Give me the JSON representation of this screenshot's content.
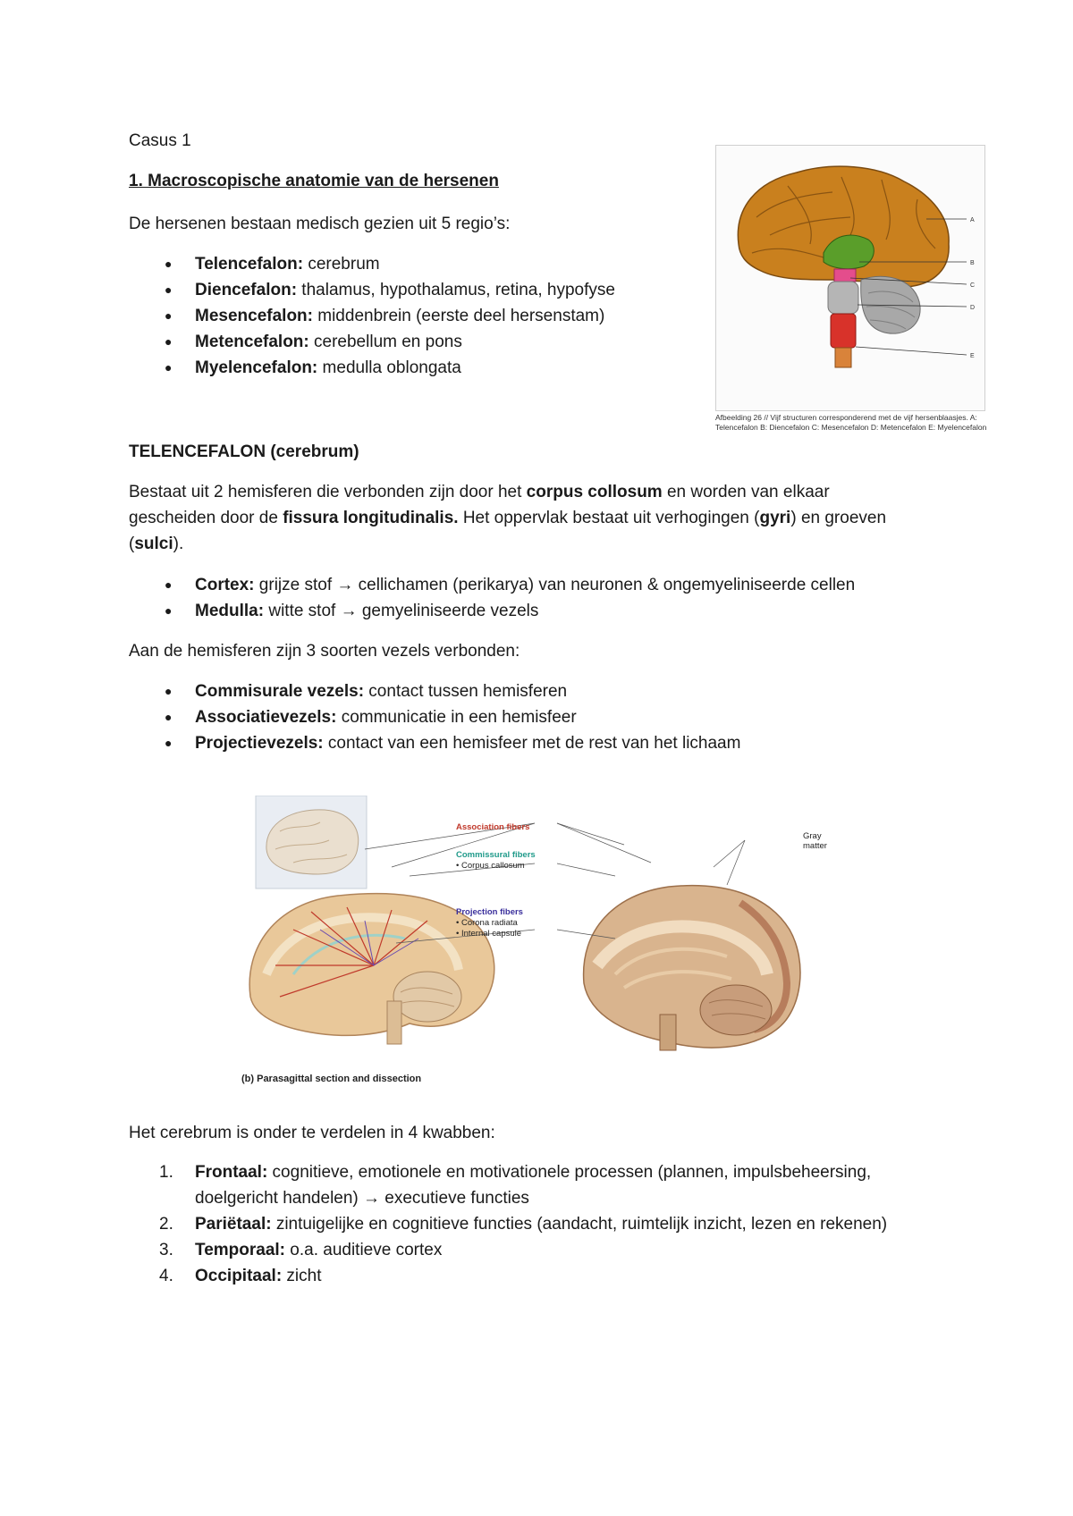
{
  "title": "Casus 1",
  "heading1": "1. Macroscopische anatomie van de hersenen",
  "intro": "De hersenen bestaan medisch gezien uit 5 regio’s:",
  "regions": [
    {
      "term": "Telencefalon:",
      "desc": " cerebrum"
    },
    {
      "term": "Diencefalon:",
      "desc": " thalamus, hypothalamus, retina, hypofyse"
    },
    {
      "term": "Mesencefalon:",
      "desc": " middenbrein (eerste deel hersenstam)"
    },
    {
      "term": "Metencefalon:",
      "desc": " cerebellum en pons"
    },
    {
      "term": "Myelencefalon:",
      "desc": " medulla oblongata"
    }
  ],
  "figure1": {
    "labels": [
      "A",
      "B",
      "C",
      "D",
      "E"
    ],
    "caption": "Afbeelding 26 // Vijf structuren corresponderend met de vijf hersenblaasjes. A: Telencefalon B: Diencefalon C: Mesencefalon D: Metencefalon E: Myelencefalon"
  },
  "heading2": "TELENCEFALON (cerebrum)",
  "para1": {
    "t1": "Bestaat uit 2 hemisferen die verbonden zijn door het ",
    "b1": "corpus collosum",
    "t2": " en worden van elkaar",
    "t3": "gescheiden door de ",
    "b2": "fissura longitudinalis.",
    "t4": " Het oppervlak bestaat uit verhogingen (",
    "b3": "gyri",
    "t5": ") en groeven",
    "t6": "(",
    "b4": "sulci",
    "t7": ")."
  },
  "layers": [
    {
      "term": "Cortex:",
      "desc": " grijze stof → cellichamen (perikarya) van neuronen & ongemyeliniseerde cellen"
    },
    {
      "term": "Medulla:",
      "desc": " witte stof → gemyeliniseerde vezels"
    }
  ],
  "fibers_intro": "Aan de hemisferen zijn 3 soorten vezels verbonden:",
  "fibers": [
    {
      "term": "Commisurale vezels:",
      "desc": " contact tussen hemisferen"
    },
    {
      "term": "Associatievezels:",
      "desc": " communicatie in een hemisfeer"
    },
    {
      "term": "Projectievezels:",
      "desc": " contact van een hemisfeer met de rest van het lichaam"
    }
  ],
  "figure2": {
    "association": "Association fibers",
    "commissural": "Commissural fibers",
    "corpus": "• Corpus callosum",
    "projection": "Projection fibers",
    "corona": "• Corona radiata",
    "internal": "• Internal capsule",
    "gray1": "Gray",
    "gray2": "matter",
    "caption": "(b) Parasagittal section and dissection"
  },
  "lobes_intro": "Het cerebrum is onder te verdelen in 4 kwabben:",
  "lobes": [
    {
      "num": "1.",
      "term": "Frontaal:",
      "desc": " cognitieve, emotionele en motivationele processen (plannen, impulsbeheersing,",
      "cont": "doelgericht handelen) → executieve functies"
    },
    {
      "num": "2.",
      "term": "Pariëtaal:",
      "desc": " zintuigelijke en cognitieve functies (aandacht, ruimtelijk inzicht, lezen en rekenen)"
    },
    {
      "num": "3.",
      "term": "Temporaal:",
      "desc": " o.a. auditieve cortex"
    },
    {
      "num": "4.",
      "term": "Occipitaal:",
      "desc": " zicht"
    }
  ],
  "colors": {
    "cerebrum": "#c9801e",
    "diencephalon": "#5a9e2a",
    "mesencephalon": "#e44d8c",
    "metencephalon": "#b5b5b5",
    "myelencephalon": "#d8322a"
  }
}
